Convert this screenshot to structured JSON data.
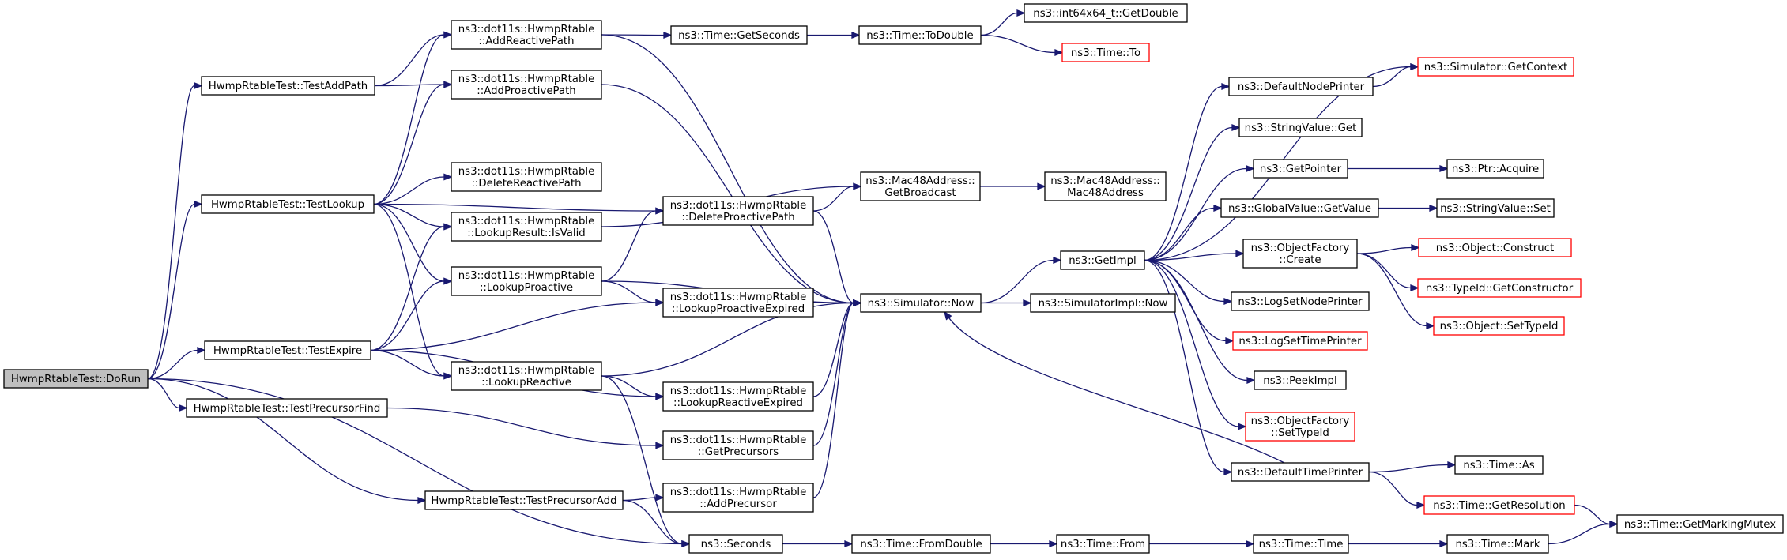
{
  "graph": {
    "nodes": {
      "dorun": {
        "lines": [
          "HwmpRtableTest::DoRun"
        ],
        "root": true
      },
      "testaddpath": {
        "lines": [
          "HwmpRtableTest::TestAddPath"
        ]
      },
      "testlookup": {
        "lines": [
          "HwmpRtableTest::TestLookup"
        ]
      },
      "testexpire": {
        "lines": [
          "HwmpRtableTest::TestExpire"
        ]
      },
      "testprecursorfind": {
        "lines": [
          "HwmpRtableTest::TestPrecursorFind"
        ]
      },
      "testprecursoradd": {
        "lines": [
          "HwmpRtableTest::TestPrecursorAdd"
        ]
      },
      "addreactivepath": {
        "lines": [
          "ns3::dot11s::HwmpRtable",
          "::AddReactivePath"
        ]
      },
      "addproactivepath": {
        "lines": [
          "ns3::dot11s::HwmpRtable",
          "::AddProactivePath"
        ]
      },
      "deletereactivepath": {
        "lines": [
          "ns3::dot11s::HwmpRtable",
          "::DeleteReactivePath"
        ]
      },
      "isvalid": {
        "lines": [
          "ns3::dot11s::HwmpRtable",
          "::LookupResult::IsValid"
        ]
      },
      "lookupproactive": {
        "lines": [
          "ns3::dot11s::HwmpRtable",
          "::LookupProactive"
        ]
      },
      "lookupreactive": {
        "lines": [
          "ns3::dot11s::HwmpRtable",
          "::LookupReactive"
        ]
      },
      "getseconds": {
        "lines": [
          "ns3::Time::GetSeconds"
        ]
      },
      "deleteproactivepath": {
        "lines": [
          "ns3::dot11s::HwmpRtable",
          "::DeleteProactivePath"
        ]
      },
      "lookupproactiveexpired": {
        "lines": [
          "ns3::dot11s::HwmpRtable",
          "::LookupProactiveExpired"
        ]
      },
      "lookupreactiveexpired": {
        "lines": [
          "ns3::dot11s::HwmpRtable",
          "::LookupReactiveExpired"
        ]
      },
      "getprecursors": {
        "lines": [
          "ns3::dot11s::HwmpRtable",
          "::GetPrecursors"
        ]
      },
      "addprecursor": {
        "lines": [
          "ns3::dot11s::HwmpRtable",
          "::AddPrecursor"
        ]
      },
      "seconds": {
        "lines": [
          "ns3::Seconds"
        ]
      },
      "todouble": {
        "lines": [
          "ns3::Time::ToDouble"
        ]
      },
      "getbroadcast": {
        "lines": [
          "ns3::Mac48Address::",
          "GetBroadcast"
        ]
      },
      "simnow": {
        "lines": [
          "ns3::Simulator::Now"
        ]
      },
      "fromdouble": {
        "lines": [
          "ns3::Time::FromDouble"
        ]
      },
      "int64getdouble": {
        "lines": [
          "ns3::int64x64_t::GetDouble"
        ]
      },
      "timeto": {
        "lines": [
          "ns3::Time::To"
        ],
        "external": true
      },
      "mac48address": {
        "lines": [
          "ns3::Mac48Address::",
          "Mac48Address"
        ]
      },
      "getimpl": {
        "lines": [
          "ns3::GetImpl"
        ]
      },
      "simimplnow": {
        "lines": [
          "ns3::SimulatorImpl::Now"
        ]
      },
      "timefrom": {
        "lines": [
          "ns3::Time::From"
        ]
      },
      "defaultnodeprinter": {
        "lines": [
          "ns3::DefaultNodePrinter"
        ]
      },
      "stringvalueget": {
        "lines": [
          "ns3::StringValue::Get"
        ]
      },
      "getpointer": {
        "lines": [
          "ns3::GetPointer"
        ]
      },
      "globalvaluegetvalue": {
        "lines": [
          "ns3::GlobalValue::GetValue"
        ]
      },
      "objectfactorycreate": {
        "lines": [
          "ns3::ObjectFactory",
          "::Create"
        ]
      },
      "logsetnodeprinter": {
        "lines": [
          "ns3::LogSetNodePrinter"
        ]
      },
      "logsettimeprinter": {
        "lines": [
          "ns3::LogSetTimePrinter"
        ],
        "external": true
      },
      "peekimpl": {
        "lines": [
          "ns3::PeekImpl"
        ]
      },
      "objectfactorysettypeid": {
        "lines": [
          "ns3::ObjectFactory",
          "::SetTypeId"
        ],
        "external": true
      },
      "defaulttimeprinter": {
        "lines": [
          "ns3::DefaultTimePrinter"
        ]
      },
      "timetime": {
        "lines": [
          "ns3::Time::Time"
        ]
      },
      "getcontext": {
        "lines": [
          "ns3::Simulator::GetContext"
        ],
        "external": true
      },
      "ptracquire": {
        "lines": [
          "ns3::Ptr::Acquire"
        ]
      },
      "stringvalueset": {
        "lines": [
          "ns3::StringValue::Set"
        ]
      },
      "objectconstruct": {
        "lines": [
          "ns3::Object::Construct"
        ],
        "external": true
      },
      "typeidgetconstructor": {
        "lines": [
          "ns3::TypeId::GetConstructor"
        ],
        "external": true
      },
      "objectsettypeid": {
        "lines": [
          "ns3::Object::SetTypeId"
        ],
        "external": true
      },
      "timeas": {
        "lines": [
          "ns3::Time::As"
        ]
      },
      "timegetresolution": {
        "lines": [
          "ns3::Time::GetResolution"
        ],
        "external": true
      },
      "timemark": {
        "lines": [
          "ns3::Time::Mark"
        ]
      },
      "getmarkingmutex": {
        "lines": [
          "ns3::Time::GetMarkingMutex"
        ]
      }
    },
    "edges": [
      {
        "from": "dorun",
        "to": "testaddpath"
      },
      {
        "from": "dorun",
        "to": "testlookup"
      },
      {
        "from": "dorun",
        "to": "testexpire"
      },
      {
        "from": "dorun",
        "to": "testprecursorfind"
      },
      {
        "from": "dorun",
        "to": "testprecursoradd"
      },
      {
        "from": "dorun",
        "to": "seconds"
      },
      {
        "from": "testaddpath",
        "to": "addreactivepath"
      },
      {
        "from": "testaddpath",
        "to": "addproactivepath"
      },
      {
        "from": "testlookup",
        "to": "addreactivepath"
      },
      {
        "from": "testlookup",
        "to": "addproactivepath"
      },
      {
        "from": "testlookup",
        "to": "deletereactivepath"
      },
      {
        "from": "testlookup",
        "to": "isvalid"
      },
      {
        "from": "testlookup",
        "to": "lookupproactive"
      },
      {
        "from": "testlookup",
        "to": "lookupreactive"
      },
      {
        "from": "testlookup",
        "to": "deleteproactivepath"
      },
      {
        "from": "testexpire",
        "to": "isvalid"
      },
      {
        "from": "testexpire",
        "to": "lookupproactive"
      },
      {
        "from": "testexpire",
        "to": "lookupreactive"
      },
      {
        "from": "testexpire",
        "to": "lookupproactiveexpired"
      },
      {
        "from": "testexpire",
        "to": "lookupreactiveexpired"
      },
      {
        "from": "testprecursorfind",
        "to": "getprecursors"
      },
      {
        "from": "testprecursoradd",
        "to": "addprecursor"
      },
      {
        "from": "testprecursoradd",
        "to": "seconds"
      },
      {
        "from": "addreactivepath",
        "to": "getseconds"
      },
      {
        "from": "addreactivepath",
        "to": "simnow"
      },
      {
        "from": "addproactivepath",
        "to": "simnow"
      },
      {
        "from": "isvalid",
        "to": "getbroadcast"
      },
      {
        "from": "lookupproactive",
        "to": "deleteproactivepath"
      },
      {
        "from": "lookupproactive",
        "to": "simnow"
      },
      {
        "from": "lookupproactive",
        "to": "lookupproactiveexpired"
      },
      {
        "from": "lookupreactive",
        "to": "simnow"
      },
      {
        "from": "lookupreactive",
        "to": "lookupreactiveexpired"
      },
      {
        "from": "lookupreactive",
        "to": "seconds"
      },
      {
        "from": "getseconds",
        "to": "todouble"
      },
      {
        "from": "deleteproactivepath",
        "to": "getbroadcast"
      },
      {
        "from": "deleteproactivepath",
        "to": "simnow"
      },
      {
        "from": "lookupproactiveexpired",
        "to": "simnow"
      },
      {
        "from": "lookupreactiveexpired",
        "to": "simnow"
      },
      {
        "from": "getprecursors",
        "to": "simnow"
      },
      {
        "from": "addprecursor",
        "to": "simnow"
      },
      {
        "from": "seconds",
        "to": "fromdouble"
      },
      {
        "from": "todouble",
        "to": "int64getdouble"
      },
      {
        "from": "todouble",
        "to": "timeto"
      },
      {
        "from": "getbroadcast",
        "to": "mac48address"
      },
      {
        "from": "simnow",
        "to": "getimpl"
      },
      {
        "from": "simnow",
        "to": "simimplnow"
      },
      {
        "from": "fromdouble",
        "to": "timefrom"
      },
      {
        "from": "getimpl",
        "to": "defaultnodeprinter"
      },
      {
        "from": "getimpl",
        "to": "stringvalueget"
      },
      {
        "from": "getimpl",
        "to": "getpointer"
      },
      {
        "from": "getimpl",
        "to": "globalvaluegetvalue"
      },
      {
        "from": "getimpl",
        "to": "objectfactorycreate"
      },
      {
        "from": "getimpl",
        "to": "logsetnodeprinter"
      },
      {
        "from": "getimpl",
        "to": "logsettimeprinter"
      },
      {
        "from": "getimpl",
        "to": "peekimpl"
      },
      {
        "from": "getimpl",
        "to": "objectfactorysettypeid"
      },
      {
        "from": "getimpl",
        "to": "defaulttimeprinter"
      },
      {
        "from": "getimpl",
        "to": "getcontext"
      },
      {
        "from": "timefrom",
        "to": "timetime"
      },
      {
        "from": "defaultnodeprinter",
        "to": "getcontext"
      },
      {
        "from": "getpointer",
        "to": "ptracquire"
      },
      {
        "from": "globalvaluegetvalue",
        "to": "stringvalueset"
      },
      {
        "from": "objectfactorycreate",
        "to": "objectconstruct"
      },
      {
        "from": "objectfactorycreate",
        "to": "typeidgetconstructor"
      },
      {
        "from": "objectfactorycreate",
        "to": "objectsettypeid"
      },
      {
        "from": "defaulttimeprinter",
        "to": "simnow"
      },
      {
        "from": "defaulttimeprinter",
        "to": "timeas"
      },
      {
        "from": "defaulttimeprinter",
        "to": "timegetresolution"
      },
      {
        "from": "timetime",
        "to": "timemark"
      },
      {
        "from": "timemark",
        "to": "getmarkingmutex"
      },
      {
        "from": "timegetresolution",
        "to": "getmarkingmutex"
      }
    ]
  }
}
